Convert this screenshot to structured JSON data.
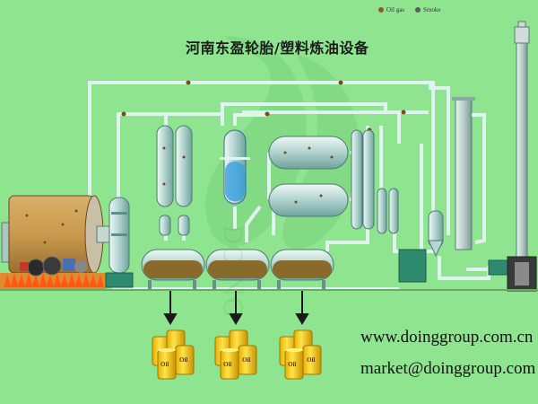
{
  "title": "河南东盈轮胎/塑料炼油设备",
  "legend": {
    "oil_gas": {
      "label": "Oil gas",
      "color": "#8b5a2b"
    },
    "smoke": {
      "label": "Smoke",
      "color": "#5a5a5a"
    }
  },
  "contact": {
    "website": "www.doinggroup.com.cn",
    "email": "market@doinggroup.com"
  },
  "barrel_label": "Oil",
  "watermark": "DOING",
  "colors": {
    "background": "#8fe58f",
    "pipe": "#dff4ee",
    "vessel": "#b8dad6",
    "oil": "#8a6a2a",
    "barrel": "#f2c200",
    "fire": "#ff5a14"
  }
}
